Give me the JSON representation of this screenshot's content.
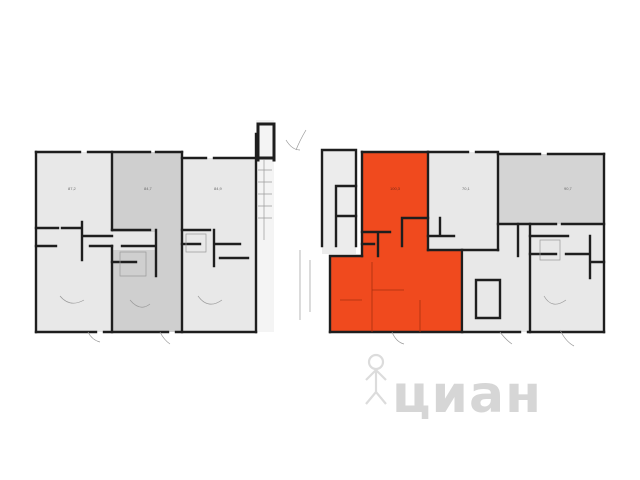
{
  "plan": {
    "units": [
      {
        "id": "u1",
        "area_label": "87,2",
        "selected": false
      },
      {
        "id": "u2",
        "area_label": "84,7",
        "selected": false
      },
      {
        "id": "u3",
        "area_label": "84,9",
        "selected": false
      },
      {
        "id": "u4",
        "area_label": "100,3",
        "selected": true
      },
      {
        "id": "u5",
        "area_label": "70,1",
        "selected": false
      },
      {
        "id": "u6",
        "area_label": "90,7",
        "selected": false
      }
    ],
    "highlight_color": "#f04a1e"
  },
  "watermark": {
    "brand_text": "циан"
  }
}
